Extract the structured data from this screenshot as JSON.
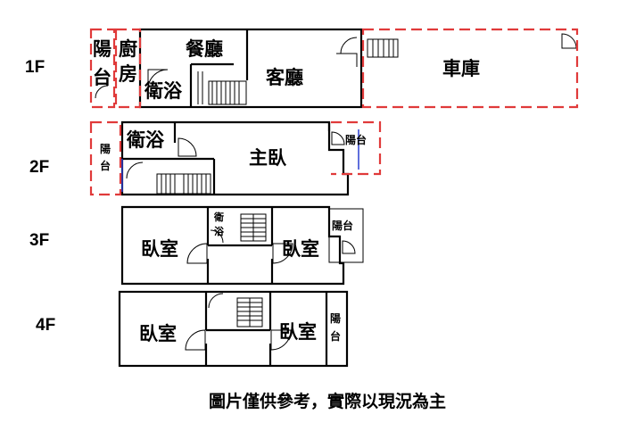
{
  "floors": {
    "f1": {
      "label": "1F",
      "rooms": {
        "balcony_a": "陽",
        "balcony_b": "台",
        "kitchen_a": "廚",
        "kitchen_b": "房",
        "dining": "餐廳",
        "bath": "衛浴",
        "living": "客廳",
        "garage": "車庫"
      }
    },
    "f2": {
      "label": "2F",
      "rooms": {
        "balcony_left_a": "陽",
        "balcony_left_b": "台",
        "bath": "衛浴",
        "master_bedroom": "主臥",
        "balcony_right": "陽台"
      }
    },
    "f3": {
      "label": "3F",
      "rooms": {
        "bedroom_left": "臥室",
        "bath_a": "衛",
        "bath_b": "浴",
        "bedroom_right": "臥室",
        "balcony": "陽台"
      }
    },
    "f4": {
      "label": "4F",
      "rooms": {
        "bedroom_left": "臥室",
        "bedroom_right": "臥室",
        "balcony_a": "陽",
        "balcony_b": "台"
      }
    }
  },
  "disclaimer": "圖片僅供參考，實際以現況為主",
  "colors": {
    "wall": "#000000",
    "dashed_outline": "#e03a3a",
    "window_line": "#2a3fd0",
    "background": "#ffffff"
  }
}
